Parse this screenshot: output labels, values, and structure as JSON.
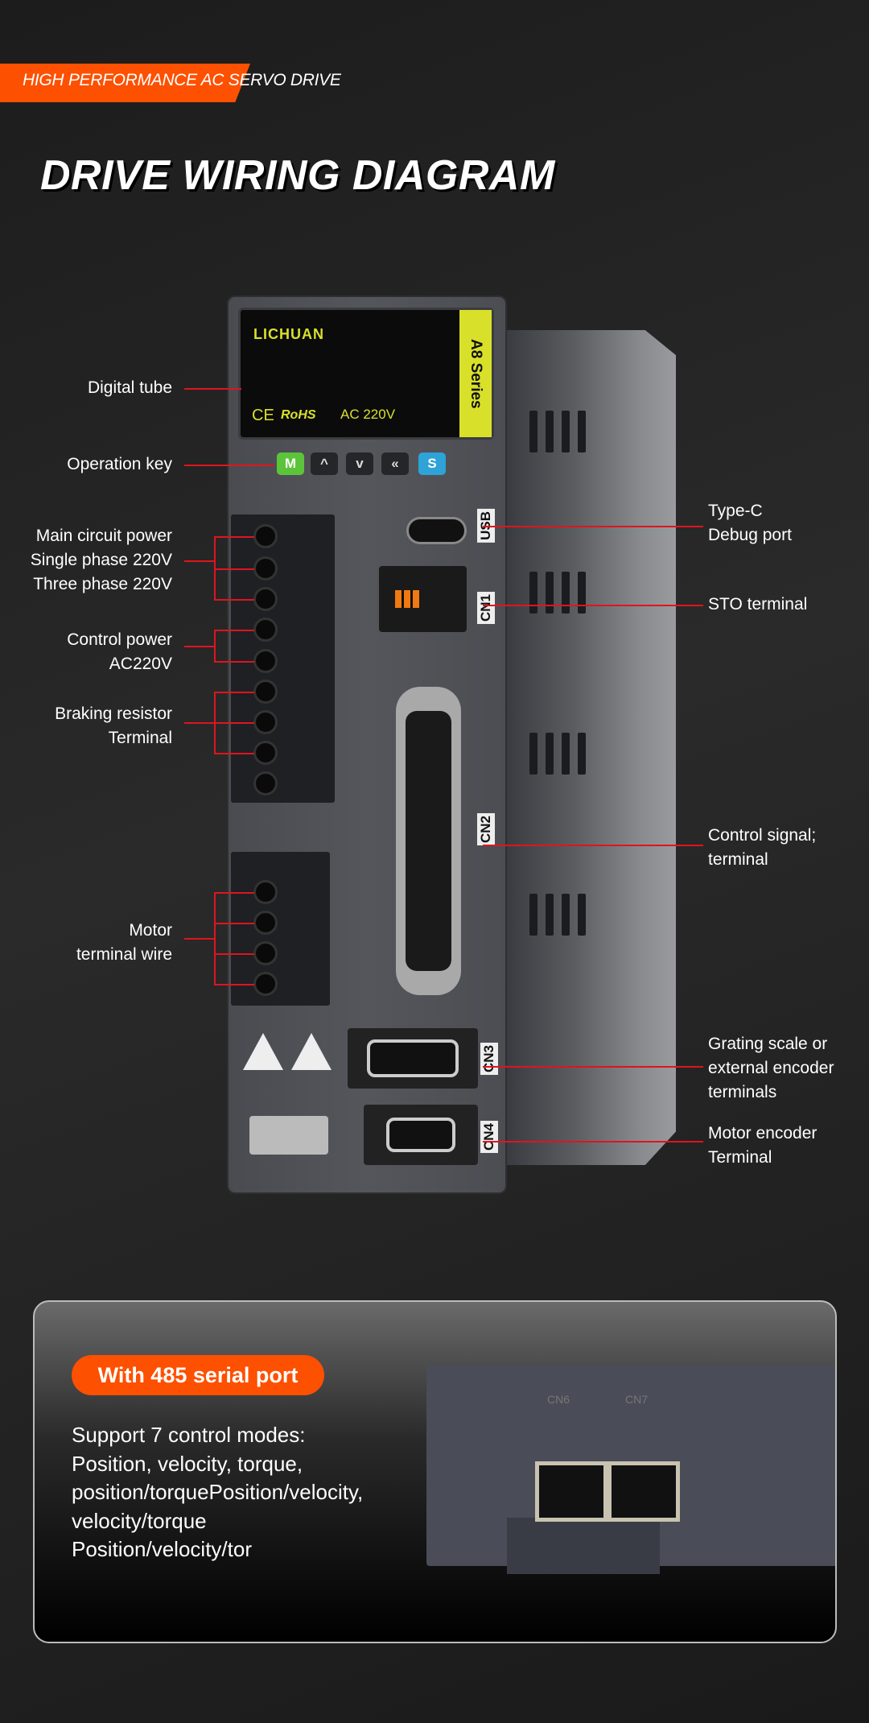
{
  "header": {
    "banner": "HIGH PERFORMANCE AC SERVO DRIVE",
    "title": "DRIVE WIRING DIAGRAM"
  },
  "device": {
    "brand": "LICHUAN",
    "series": "A8 Series",
    "cert_ce": "CE",
    "cert_rohs": "RoHS",
    "voltage": "AC 220V",
    "keys": [
      "M",
      "^",
      "v",
      "«",
      "S"
    ],
    "ports": {
      "usb": "USB",
      "cn1": "CN1",
      "cn2": "CN2",
      "cn3": "CN3",
      "cn4": "CN4"
    }
  },
  "left_labels": {
    "digital_tube": "Digital tube",
    "operation_key": "Operation key",
    "main_power": [
      "Main circuit power",
      "Single phase 220V",
      "Three phase 220V"
    ],
    "control_power": [
      "Control power",
      "AC220V"
    ],
    "braking": [
      "Braking resistor",
      "Terminal"
    ],
    "motor": [
      "Motor",
      "terminal wire"
    ]
  },
  "right_labels": {
    "typec": [
      "Type-C",
      "Debug port"
    ],
    "sto": "STO terminal",
    "control_signal": [
      "Control signal;",
      "terminal"
    ],
    "grating": [
      "Grating scale or",
      "external encoder",
      "terminals"
    ],
    "encoder": [
      "Motor encoder",
      "Terminal"
    ]
  },
  "panel": {
    "badge": "With 485 serial port",
    "modes": [
      "Support 7 control modes:",
      "Position, velocity, torque,",
      "position/torquePosition/velocity,",
      "velocity/torque",
      "Position/velocity/tor"
    ],
    "ports": [
      "CN6",
      "CN7"
    ]
  },
  "colors": {
    "accent": "#fd5000",
    "line": "#e0141e",
    "display_yellow": "#d9e02a"
  }
}
